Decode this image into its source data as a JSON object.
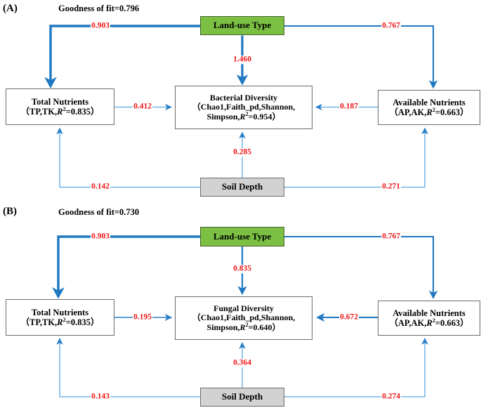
{
  "figure": {
    "type": "path-analysis-sem-diagram",
    "colors": {
      "arrow_dark_blue": "#1f78c1",
      "arrow_light_blue": "#5ba8e0",
      "label_red": "#ef1616",
      "landuse_green": "#7bc043",
      "soildepth_gray": "#d2d2d2",
      "box_border_gray": "#6b6b6b"
    }
  },
  "panels": [
    {
      "letter": "(A)",
      "goodness_of_fit": "Goodness of fit=0.796",
      "nodes": {
        "landuse": {
          "line1": "Land-use Type"
        },
        "total_nutrients": {
          "line1": "Total Nutrients",
          "line2_pre": "（TP,TK,",
          "line2_r": "R",
          "line2_sup": "2",
          "line2_post": "=0.835）"
        },
        "diversity": {
          "line1": "Bacterial Diversity",
          "line2": "（Chao1,Faith_pd,Shannon,",
          "line3_pre": "Simpson,",
          "line3_r": "R",
          "line3_sup": "2",
          "line3_post": "=0.954）"
        },
        "available_nutrients": {
          "line1": "Available Nutrients",
          "line2_pre": "（AP,AK,",
          "line2_r": "R",
          "line2_sup": "2",
          "line2_post": "=0.663）"
        },
        "soil_depth": {
          "line1": "Soil Depth"
        }
      },
      "edges": [
        {
          "id": "landuse-to-total",
          "label": "0.903",
          "from": "landuse",
          "to": "total_nutrients",
          "weight": "thick"
        },
        {
          "id": "landuse-to-available",
          "label": "0.767",
          "from": "landuse",
          "to": "available_nutrients",
          "weight": "medium"
        },
        {
          "id": "landuse-to-diversity",
          "label": "1.460",
          "from": "landuse",
          "to": "diversity",
          "weight": "thick"
        },
        {
          "id": "total-to-diversity",
          "label": "0.412",
          "from": "total_nutrients",
          "to": "diversity",
          "weight": "thin"
        },
        {
          "id": "available-to-diversity",
          "label": "0.187",
          "from": "available_nutrients",
          "to": "diversity",
          "weight": "thin"
        },
        {
          "id": "soildepth-to-diversity",
          "label": "0.285",
          "from": "soil_depth",
          "to": "diversity",
          "weight": "thin"
        },
        {
          "id": "soildepth-to-total",
          "label": "0.142",
          "from": "soil_depth",
          "to": "total_nutrients",
          "weight": "thin"
        },
        {
          "id": "soildepth-to-available",
          "label": "0.271",
          "from": "soil_depth",
          "to": "available_nutrients",
          "weight": "thin"
        }
      ]
    },
    {
      "letter": "(B)",
      "goodness_of_fit": "Goodness of fit=0.730",
      "nodes": {
        "landuse": {
          "line1": "Land-use Type"
        },
        "total_nutrients": {
          "line1": "Total Nutrients",
          "line2_pre": "（TP,TK,",
          "line2_r": "R",
          "line2_sup": "2",
          "line2_post": "=0.835）"
        },
        "diversity": {
          "line1": "Fungal Diversity",
          "line2": "（Chao1,Faith_pd,Shannon,",
          "line3_pre": "Simpson,",
          "line3_r": "R",
          "line3_sup": "2",
          "line3_post": "=0.640）"
        },
        "available_nutrients": {
          "line1": "Available Nutrients",
          "line2_pre": "（AP,AK,",
          "line2_r": "R",
          "line2_sup": "2",
          "line2_post": "=0.663）"
        },
        "soil_depth": {
          "line1": "Soil Depth"
        }
      },
      "edges": [
        {
          "id": "landuse-to-total",
          "label": "0.903",
          "from": "landuse",
          "to": "total_nutrients",
          "weight": "thick"
        },
        {
          "id": "landuse-to-available",
          "label": "0.767",
          "from": "landuse",
          "to": "available_nutrients",
          "weight": "medium"
        },
        {
          "id": "landuse-to-diversity",
          "label": "0.835",
          "from": "landuse",
          "to": "diversity",
          "weight": "medium"
        },
        {
          "id": "total-to-diversity",
          "label": "0.195",
          "from": "total_nutrients",
          "to": "diversity",
          "weight": "thin"
        },
        {
          "id": "available-to-diversity",
          "label": "0.672",
          "from": "available_nutrients",
          "to": "diversity",
          "weight": "medium"
        },
        {
          "id": "soildepth-to-diversity",
          "label": "0.364",
          "from": "soil_depth",
          "to": "diversity",
          "weight": "thin"
        },
        {
          "id": "soildepth-to-total",
          "label": "0.143",
          "from": "soil_depth",
          "to": "total_nutrients",
          "weight": "thin"
        },
        {
          "id": "soildepth-to-available",
          "label": "0.274",
          "from": "soil_depth",
          "to": "available_nutrients",
          "weight": "thin"
        }
      ]
    }
  ]
}
